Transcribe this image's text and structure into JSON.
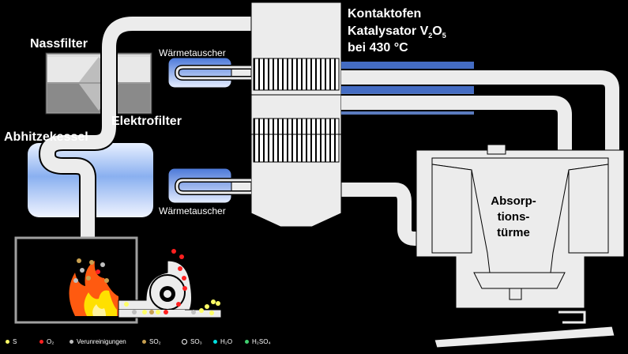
{
  "labels": {
    "nassfilter": "Nassfilter",
    "elektrofilter": "Elektrofilter",
    "abhitzekessel": "Abhitzekessel",
    "waermetauscher_top": "Wärmetauscher",
    "waermetauscher_bottom": "Wärmetauscher",
    "kontaktofen_line1": "Kontaktofen",
    "kontaktofen_line2_prefix": "Katalysator V",
    "kontaktofen_line2_sub1": "2",
    "kontaktofen_line2_mid": "O",
    "kontaktofen_line2_sub2": "5",
    "kontaktofen_line3": "bei 430 °C",
    "absorp_line1": "Absorp-",
    "absorp_line2": "tions-",
    "absorp_line3": "türme"
  },
  "legend": [
    {
      "label": "S",
      "color": "#ffff66"
    },
    {
      "label": "O₂",
      "color": "#ff2020"
    },
    {
      "label": "Verunreinigungen",
      "color": "#c0c0c0"
    },
    {
      "label": "SO₂",
      "color": "#c8a050"
    },
    {
      "label": "SO₃",
      "color": "#000000"
    },
    {
      "label": "H₂O",
      "color": "#00e0e0"
    },
    {
      "label": "H₂SO₄",
      "color": "#40d070"
    }
  ],
  "colors": {
    "background": "#000000",
    "pipe": "#e0e0e0",
    "blue_light": "#c0d8f8",
    "blue_dark": "#4070d0",
    "flame_orange": "#ff6010",
    "flame_yellow": "#ffe000"
  }
}
